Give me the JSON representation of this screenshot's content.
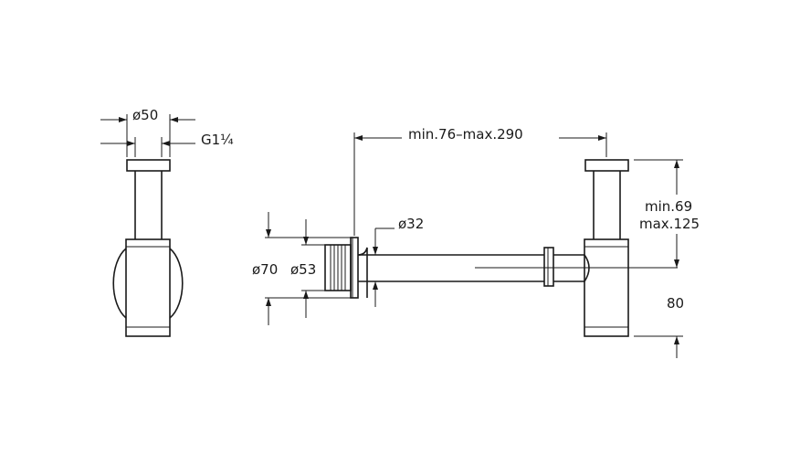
{
  "diagram": {
    "labels": {
      "outer_diameter_side": "ø50",
      "thread": "G1¼",
      "length_range": "min.76–max.290",
      "pipe_diameter": "ø32",
      "flange_outer": "ø70",
      "flange_inner": "ø53",
      "height_min": "min.69",
      "height_max": "max.125",
      "trap_height": "80"
    }
  }
}
